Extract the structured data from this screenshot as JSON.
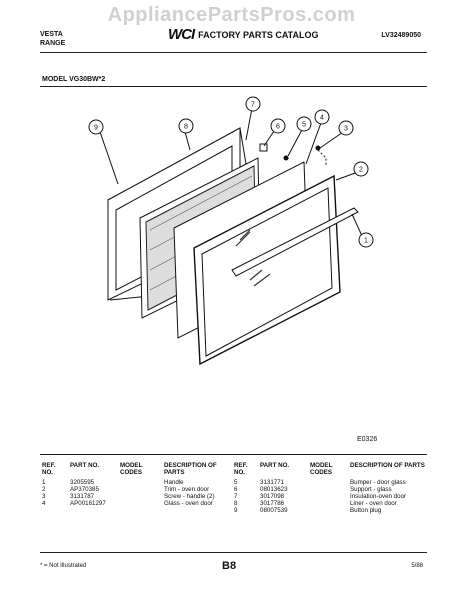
{
  "watermark": "AppliancePartsPros.com",
  "header": {
    "brand_line1": "VESTA",
    "brand_line2": "RANGE",
    "logo": "WCI",
    "catalog_title": "FACTORY PARTS CATALOG",
    "catalog_code": "LV32489050"
  },
  "model_label": "MODEL VG30BW*2",
  "diagram": {
    "callouts": [
      "1",
      "2",
      "3",
      "4",
      "5",
      "6",
      "7",
      "8",
      "9"
    ],
    "figure_code": "E0326"
  },
  "parts_table": {
    "headers": {
      "ref": "REF. NO.",
      "part": "PART NO.",
      "model": "MODEL CODES",
      "desc": "DESCRIPTION OF PARTS"
    },
    "left": [
      {
        "ref": "1",
        "part": "3205595",
        "model": "",
        "desc": "Handle"
      },
      {
        "ref": "2",
        "part": "AP370385",
        "model": "",
        "desc": "Trim - oven door"
      },
      {
        "ref": "3",
        "part": "3131787",
        "model": "",
        "desc": "Screw - handle (2)"
      },
      {
        "ref": "4",
        "part": "AP00161297",
        "model": "",
        "desc": "Glass - oven door"
      }
    ],
    "right": [
      {
        "ref": "5",
        "part": "3131771",
        "model": "",
        "desc": "Bumper - door glass"
      },
      {
        "ref": "6",
        "part": "08013623",
        "model": "",
        "desc": "Support - glass"
      },
      {
        "ref": "7",
        "part": "3017098",
        "model": "",
        "desc": "Insulation-oven door"
      },
      {
        "ref": "8",
        "part": "3017786",
        "model": "",
        "desc": "Liner - oven door"
      },
      {
        "ref": "9",
        "part": "08007539",
        "model": "",
        "desc": "Button plug"
      }
    ]
  },
  "footer": {
    "note": "* = Not Illustrated",
    "page": "B8",
    "date": "5/88"
  }
}
